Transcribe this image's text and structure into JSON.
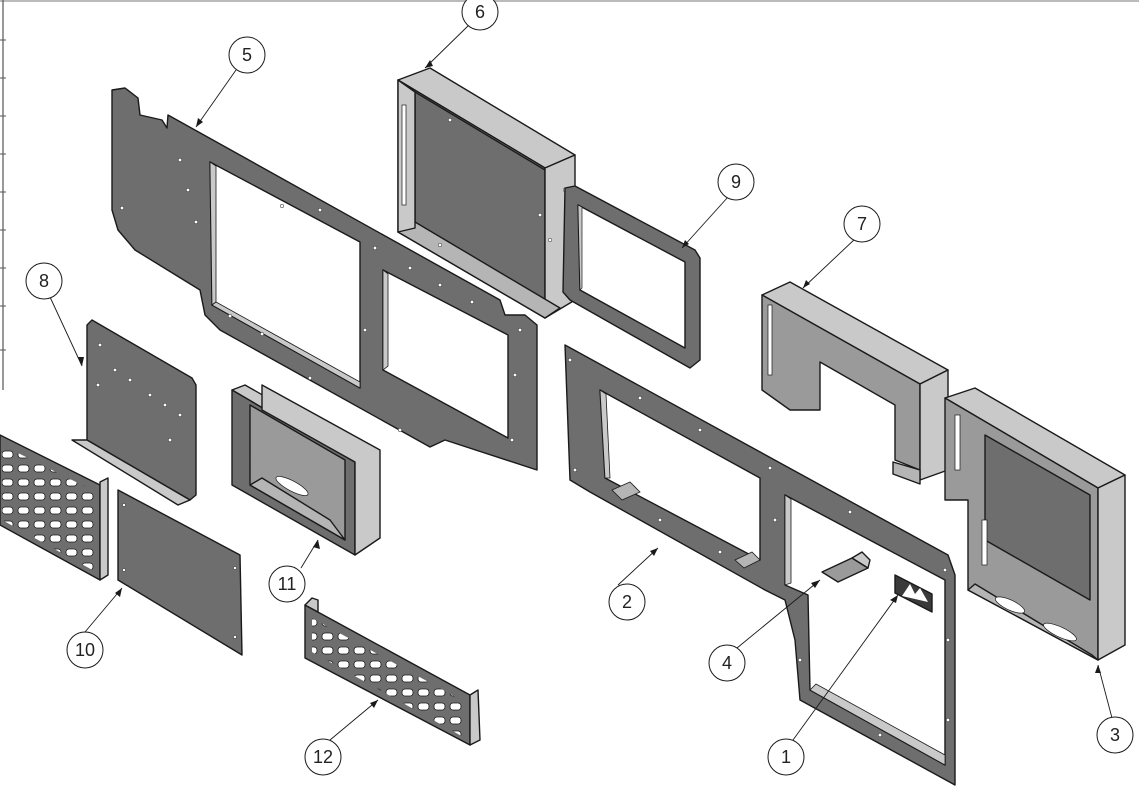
{
  "drawing": {
    "view": "exploded isometric assembly",
    "part_color": "#6e6e6e",
    "face_light": "#c9c9c9",
    "face_mid": "#9a9a9a",
    "edge_color": "#1a1a1a",
    "balloons": [
      {
        "id": "b1",
        "label": "1",
        "part": "emblem-plate"
      },
      {
        "id": "b2",
        "label": "2",
        "part": "front-panel-lower"
      },
      {
        "id": "b3",
        "label": "3",
        "part": "right-box"
      },
      {
        "id": "b4",
        "label": "4",
        "part": "small-bracket"
      },
      {
        "id": "b5",
        "label": "5",
        "part": "back-panel-upper"
      },
      {
        "id": "b6",
        "label": "6",
        "part": "top-box"
      },
      {
        "id": "b7",
        "label": "7",
        "part": "u-bracket"
      },
      {
        "id": "b8",
        "label": "8",
        "part": "mounting-plate"
      },
      {
        "id": "b9",
        "label": "9",
        "part": "frame-gasket"
      },
      {
        "id": "b10",
        "label": "10",
        "part": "cover-plate"
      },
      {
        "id": "b11",
        "label": "11",
        "part": "recessed-box"
      },
      {
        "id": "b12",
        "label": "12",
        "part": "vent-grille-right"
      }
    ]
  }
}
